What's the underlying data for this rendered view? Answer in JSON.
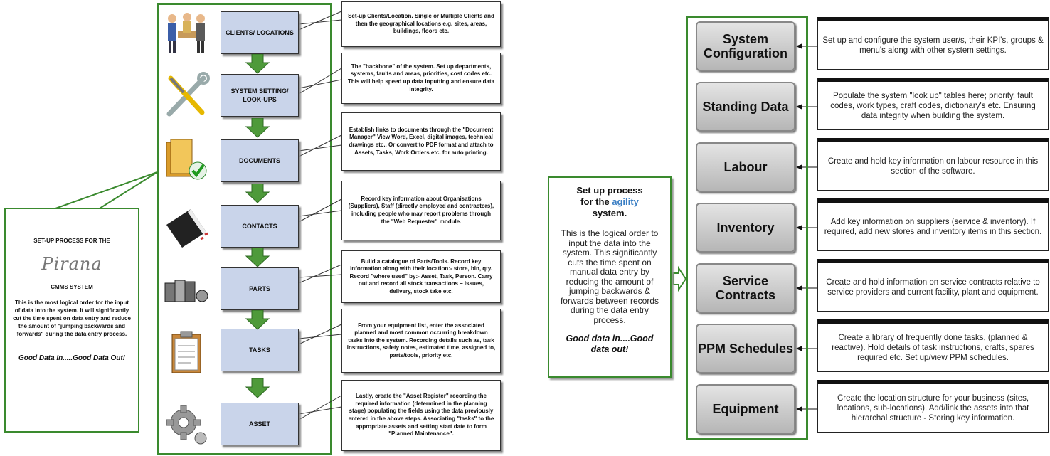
{
  "left_diagram": {
    "steps": [
      {
        "label": "CLIENTS/ LOCATIONS",
        "icon": "people-icon",
        "description": "Set-up Clients/Location. Single or Multiple Clients and then the geographical locations e.g. sites, areas, buildings, floors etc."
      },
      {
        "label": "SYSTEM SETTING/ LOOK-UPS",
        "icon": "tools-icon",
        "description": "The \"backbone\" of the system. Set up departments, systems, faults and areas, priorities, cost codes etc. This will help speed up data inputting and ensure data integrity."
      },
      {
        "label": "DOCUMENTS",
        "icon": "folder-check-icon",
        "description": "Establish links to documents through the \"Document Manager\" View Word, Excel, digital images, technical drawings etc.. Or convert to PDF format and attach to Assets, Tasks, Work Orders etc. for auto printing."
      },
      {
        "label": "CONTACTS",
        "icon": "address-book-icon",
        "description": "Record key information about Organisations (Suppliers), Staff (directly employed and contractors), including people who may report problems through the \"Web Requester\" module."
      },
      {
        "label": "PARTS",
        "icon": "parts-icon",
        "description": "Build a catalogue of Parts/Tools. Record key information along with their location:- store, bin, qty. Record \"where used\" by:- Asset, Task, Person. Carry out and record all stock transactions – issues, delivery, stock take etc."
      },
      {
        "label": "TASKS",
        "icon": "clipboard-icon",
        "description": "From your equipment list, enter the associated planned and most common occurring breakdown tasks into the system. Recording details such as, task instructions, safety notes, estimated time, assigned to, parts/tools, priority etc."
      },
      {
        "label": "ASSET",
        "icon": "gear-icon",
        "description": "Lastly, create the \"Asset Register\" recording the required information (determined in the planning stage) populating the fields using the data previously entered in the above steps. Associating \"tasks\" to the appropriate assets and setting start date to form \"Planned Maintenance\"."
      }
    ],
    "callout": {
      "heading": "SET-UP PROCESS FOR THE",
      "logo_text": "Pirana",
      "subheading": "CMMS SYSTEM",
      "body": "This is the most logical order for the input of data into the system. It will significantly cut the time spent on data entry and reduce the amount of \"jumping backwards and forwards\" during the data entry process.",
      "quote": "Good Data In.....Good Data Out!"
    }
  },
  "right_diagram": {
    "callout": {
      "title_line1": "Set up process",
      "title_pre": "for the ",
      "title_brand": "agility",
      "title_line3": "system.",
      "body": "This is the logical order to input the data into the system. This significantly cuts the time spent on manual data entry by reducing the amount of jumping backwards & forwards between records during the data entry process.",
      "quote": "Good data in....Good data out!"
    },
    "categories": [
      {
        "label": "System Configuration",
        "description": "Set up and configure the system user/s, their KPI's, groups & menu's along with other system settings."
      },
      {
        "label": "Standing Data",
        "description": "Populate the system \"look up\" tables here; priority, fault codes, work types, craft codes, dictionary's etc. Ensuring data integrity when building the system."
      },
      {
        "label": "Labour",
        "description": "Create and hold key information on labour resource in this section of the software."
      },
      {
        "label": "Inventory",
        "description": "Add key information on suppliers (service & inventory). If required, add new stores and inventory items in this section."
      },
      {
        "label": "Service Contracts",
        "description": "Create and hold information on service contracts relative to service providers and current facility, plant and equipment."
      },
      {
        "label": "PPM Schedules",
        "description": "Create a library of frequently done tasks, (planned & reactive). Hold details of task instructions, crafts, spares required etc. Set up/view PPM schedules."
      },
      {
        "label": "Equipment",
        "description": "Create the location structure for your business (sites, locations, sub-locations). Add/link the assets into that hierarchal structure - Storing key information."
      }
    ]
  },
  "colors": {
    "frame_green": "#3a8a2e",
    "arrow_green": "#4e9a3a",
    "step_fill": "#c9d4ea",
    "brand_blue": "#3b7fc4"
  }
}
